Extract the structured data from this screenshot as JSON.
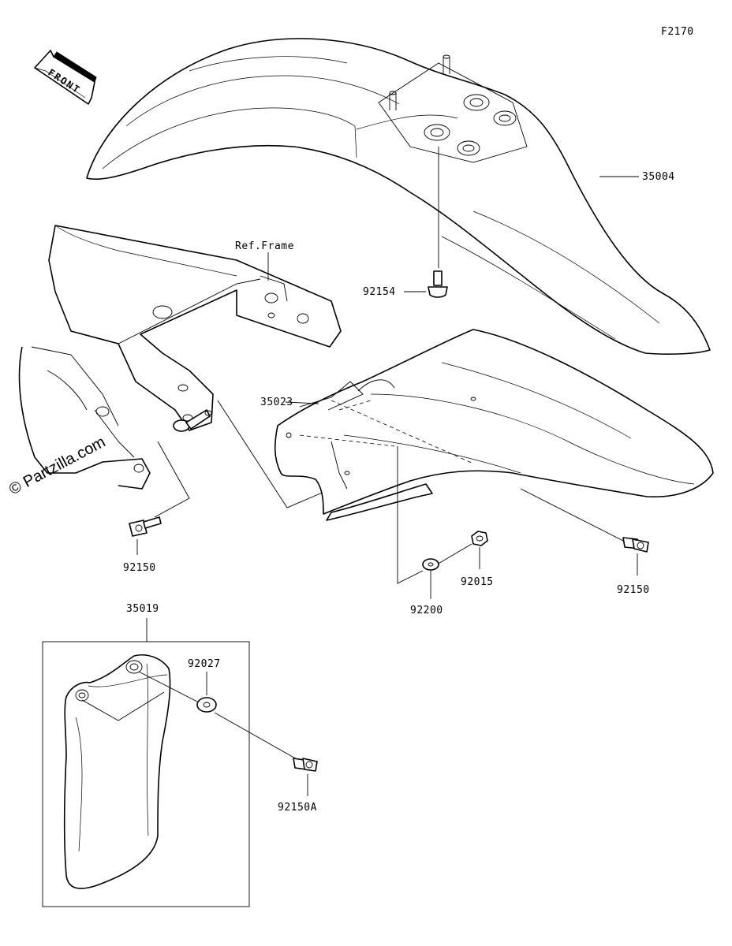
{
  "figure_code": "F2170",
  "direction_label": "FRONT",
  "watermark": "© Partzilla.com",
  "ref_label": "Ref.Frame",
  "callouts": {
    "p35004": "35004",
    "p92154": "92154",
    "p35023": "35023",
    "p92150_left": "92150",
    "p92150_right": "92150",
    "p92015": "92015",
    "p92200": "92200",
    "p35019": "35019",
    "p92027": "92027",
    "p92150a": "92150A"
  }
}
